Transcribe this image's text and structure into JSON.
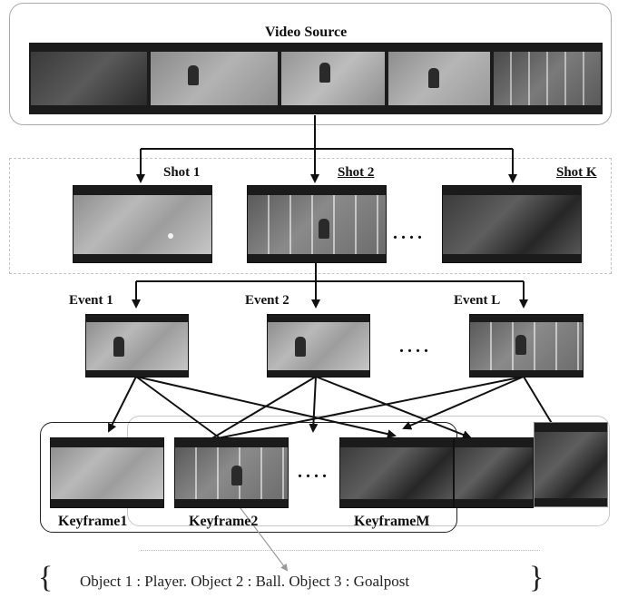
{
  "video_source": {
    "title": "Video Source"
  },
  "shots": [
    {
      "label": "Shot 1"
    },
    {
      "label": "Shot 2"
    },
    {
      "label": "Shot K"
    }
  ],
  "events": [
    {
      "label": "Event 1"
    },
    {
      "label": "Event 2"
    },
    {
      "label": "Event L"
    }
  ],
  "keyframes": [
    {
      "label": "Keyframe1"
    },
    {
      "label": "Keyframe2"
    },
    {
      "label": "KeyframeM"
    }
  ],
  "ellipsis": "....",
  "objects": {
    "text": "Object 1 : Player.  Object 2 : Ball.  Object 3 : Goalpost"
  }
}
